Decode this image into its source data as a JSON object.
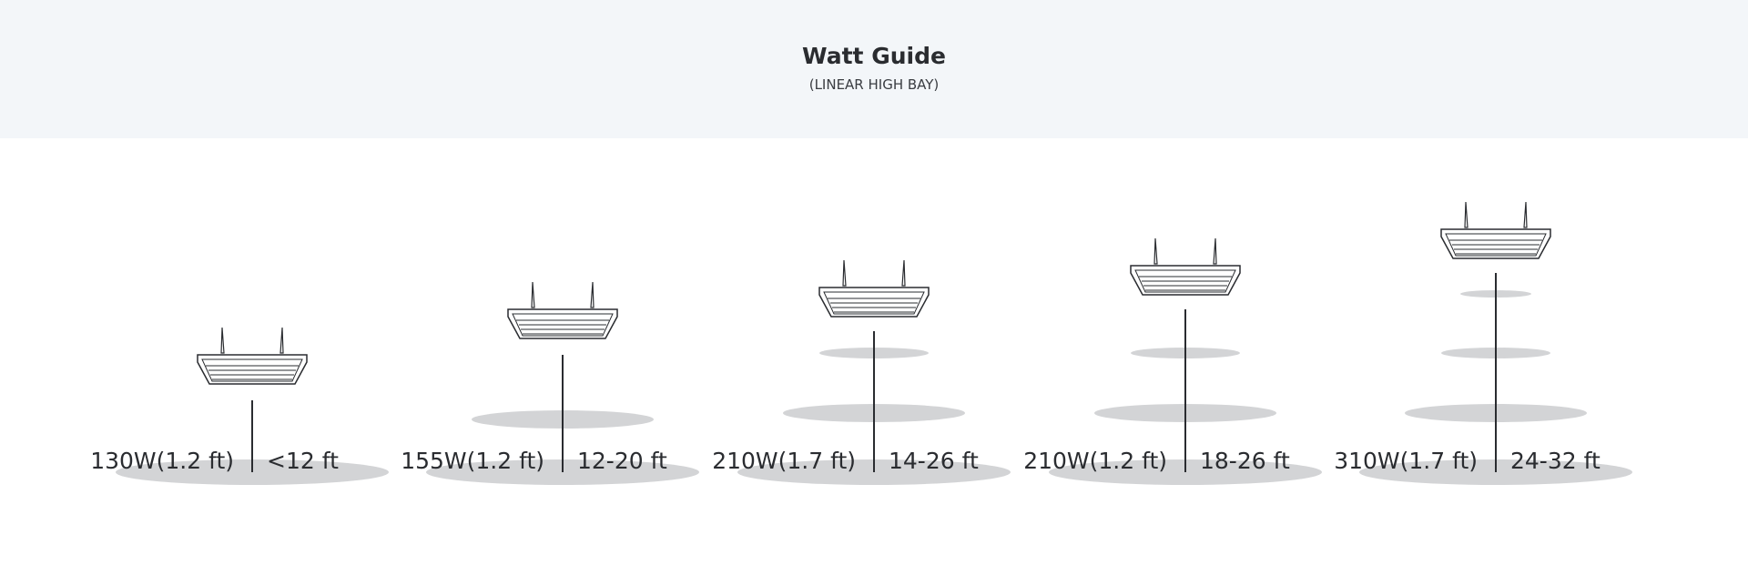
{
  "header": {
    "title": "Watt Guide",
    "subtitle": "(LINEAR HIGH BAY)"
  },
  "colors": {
    "header_bg": "#f3f6f9",
    "shadow": "#d3d4d6",
    "line": "#2a2c30",
    "text": "#2a2c30"
  },
  "fixtures": [
    {
      "watt": "130W(1.2 ft)",
      "range": "<12 ft",
      "halos": 1
    },
    {
      "watt": "155W(1.2 ft)",
      "range": "12-20 ft",
      "halos": 2
    },
    {
      "watt": "210W(1.7 ft)",
      "range": "14-26 ft",
      "halos": 3
    },
    {
      "watt": "210W(1.2 ft)",
      "range": "18-26 ft",
      "halos": 3
    },
    {
      "watt": "310W(1.7 ft)",
      "range": "24-32 ft",
      "halos": 4
    }
  ]
}
